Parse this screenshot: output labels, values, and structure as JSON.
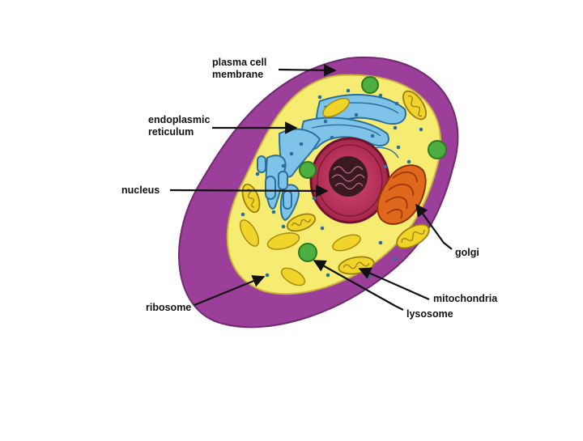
{
  "labels": {
    "plasma_membrane": [
      "plasma cell",
      "membrane"
    ],
    "endoplasmic_reticulum": [
      "endoplasmic",
      "reticulum"
    ],
    "nucleus": "nucleus",
    "ribosome": "ribosome",
    "golgi": "golgi",
    "mitochondria": "mitochondria",
    "lysosome": "lysosome"
  },
  "colors": {
    "membrane": "#9b3f9a",
    "cytoplasm": "#f6ec72",
    "er": "#7fc4e8",
    "nucleus": "#b52c4f",
    "nucleolus": "#3a1a22",
    "golgi": "#e0681c",
    "mitochondria": "#f0d42a",
    "lysosome": "#4caf3f",
    "ribosome": "#2a6e9e",
    "arrow": "#111111"
  }
}
